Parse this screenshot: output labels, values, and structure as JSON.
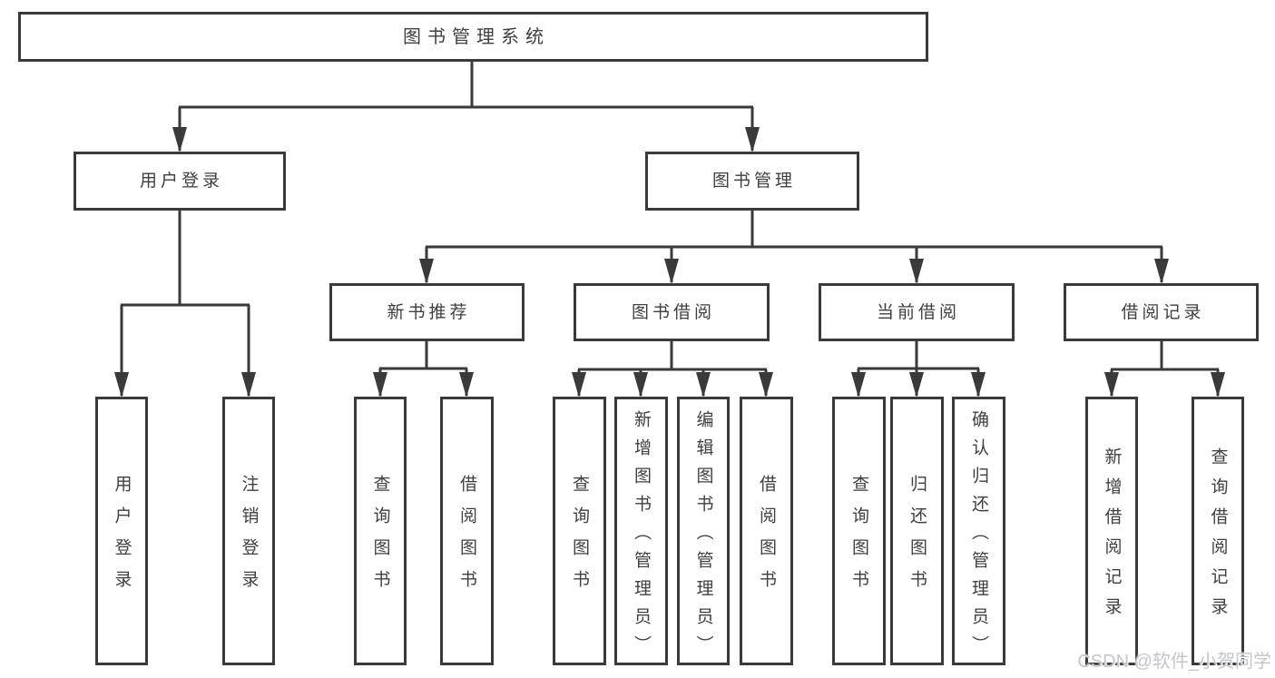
{
  "diagram": {
    "root": "图书管理系统",
    "branches": {
      "user_login": "用户登录",
      "book_management": "图书管理"
    },
    "sections": {
      "new_book_recommend": "新书推荐",
      "book_borrow": "图书借阅",
      "current_borrow": "当前借阅",
      "borrow_records": "借阅记录"
    },
    "leaves": {
      "user_login": [
        "用户登录",
        "注销登录"
      ],
      "new_book_recommend": [
        "查询图书",
        "借阅图书"
      ],
      "book_borrow": [
        "查询图书",
        "新增图书（管理员）",
        "编辑图书（管理员）",
        "借阅图书"
      ],
      "current_borrow": [
        "查询图书",
        "归还图书",
        "确认归还（管理员）"
      ],
      "borrow_records": [
        "新增借阅记录",
        "查询借阅记录"
      ]
    }
  },
  "watermark": "CSDN @软件_小贺同学",
  "colors": {
    "line": "#3a3a3a",
    "text": "#3f3f3f",
    "watermark": "#c3c6ca",
    "background": "#ffffff"
  }
}
